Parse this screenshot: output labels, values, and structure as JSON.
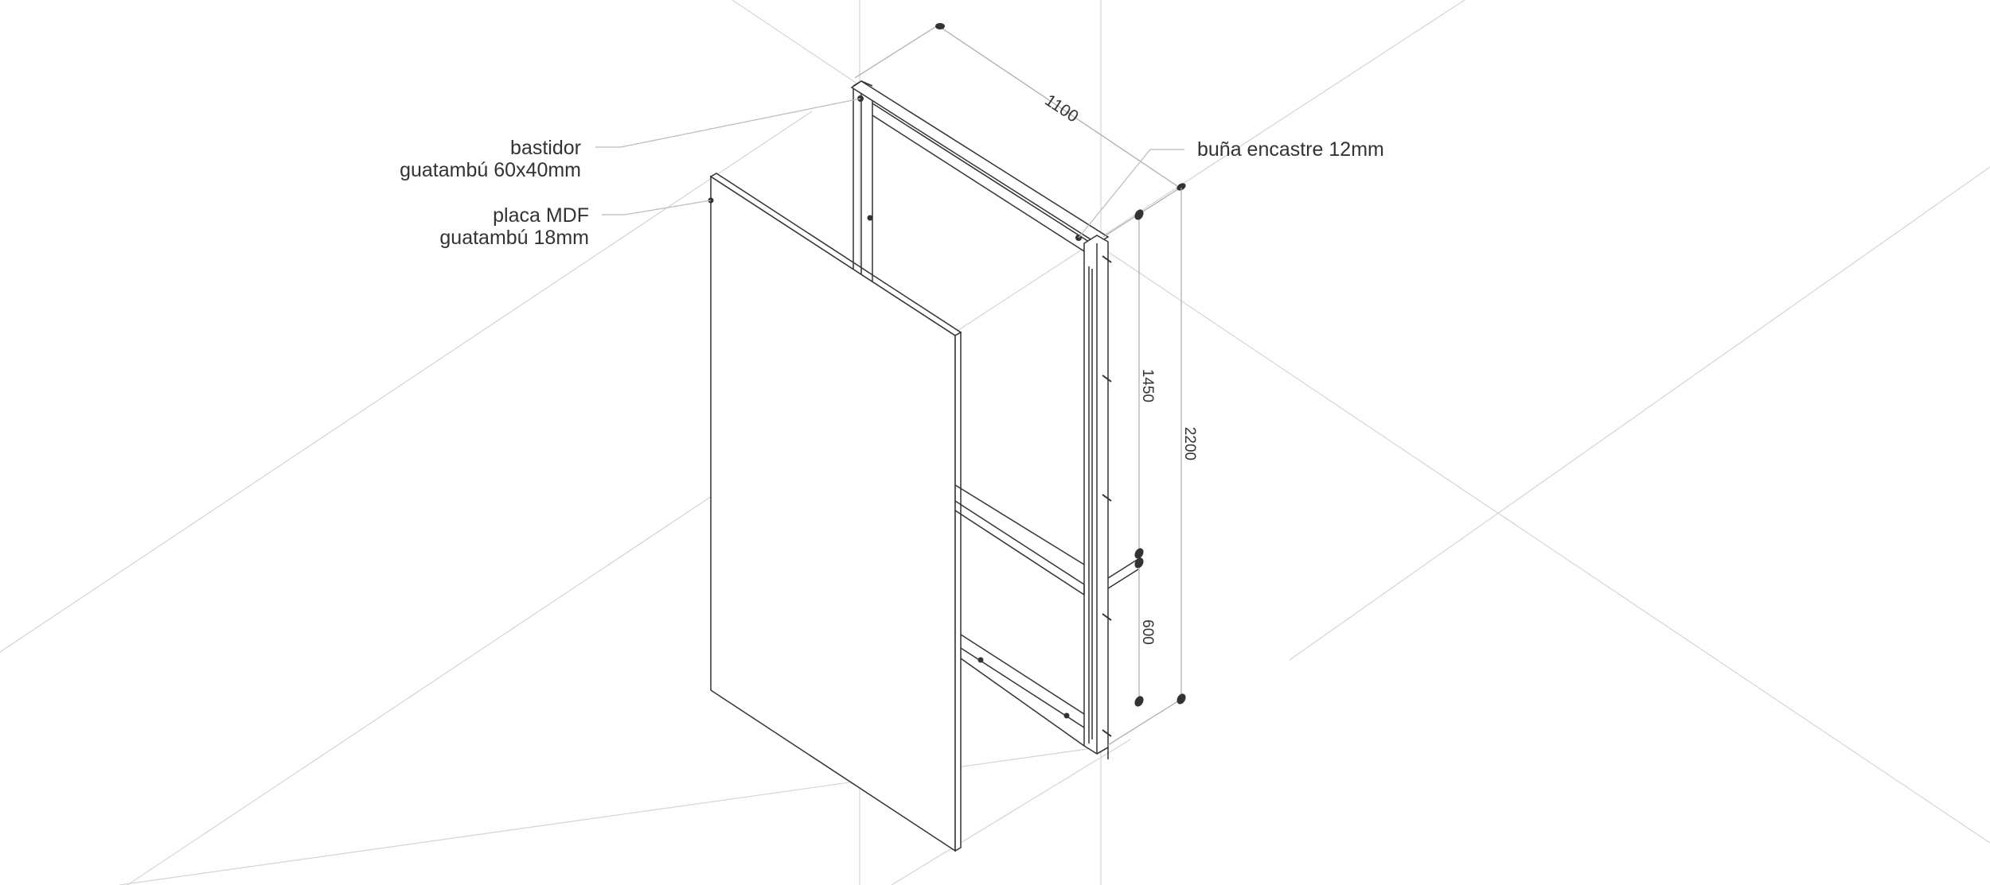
{
  "annotations": {
    "bastidor": [
      "bastidor",
      "guatambú 60x40mm"
    ],
    "placa": [
      "placa MDF",
      "guatambú 18mm"
    ],
    "buna": "buña encastre 12mm"
  },
  "dimensions": {
    "width": "1100",
    "height_upper": "1450",
    "height_total": "2200",
    "height_lower": "600"
  },
  "colors": {
    "ink": "#333333",
    "guide": "#d4d4d4",
    "leader": "#bbbbbb"
  }
}
